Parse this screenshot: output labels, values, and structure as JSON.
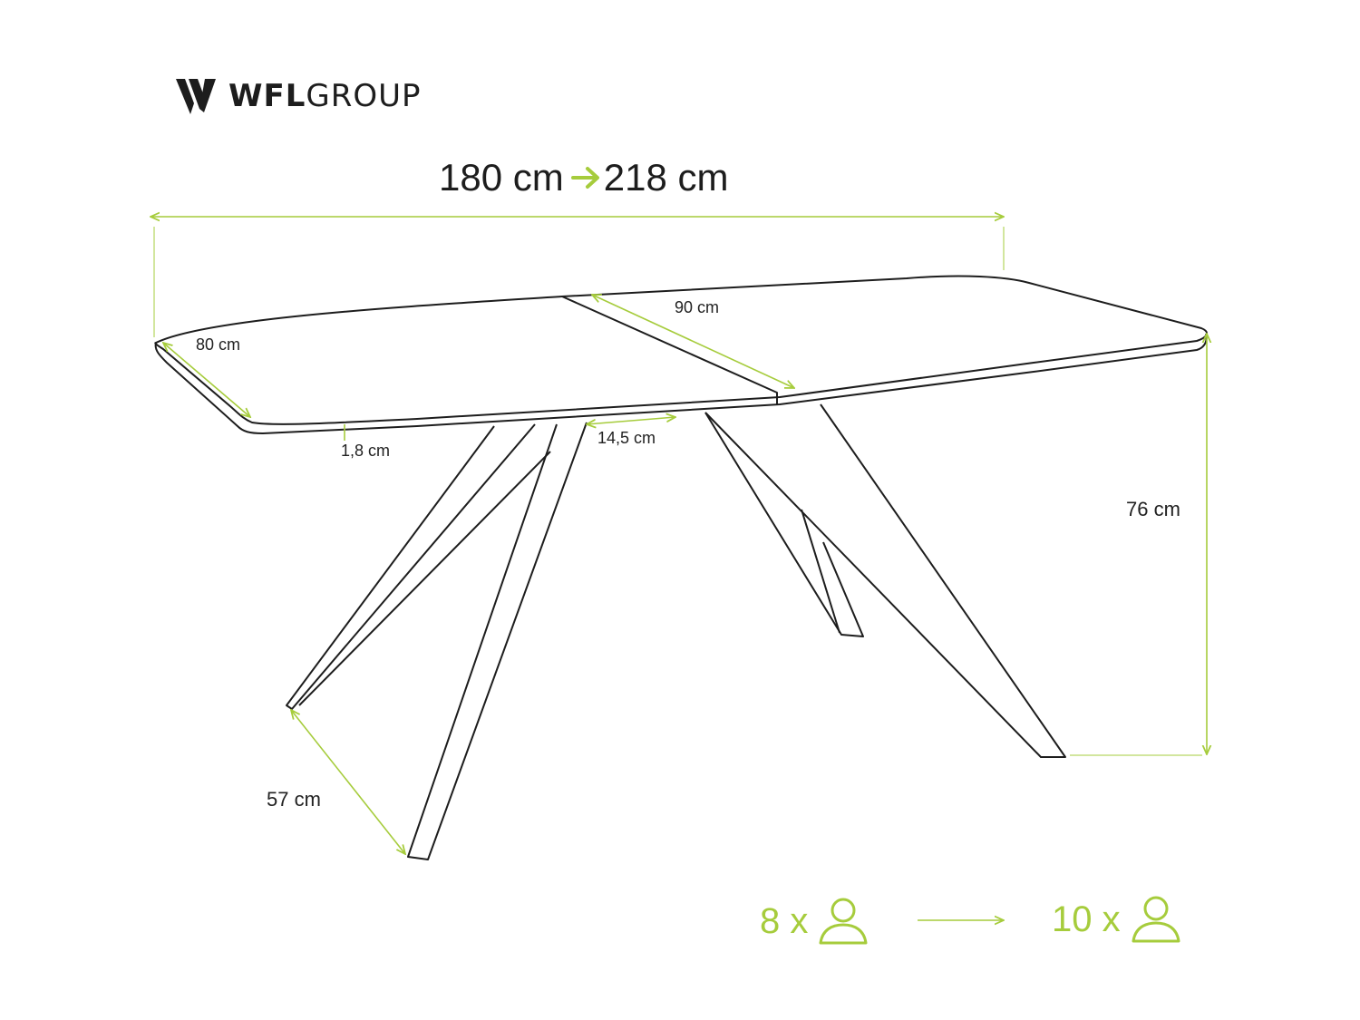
{
  "brand": {
    "bold": "WFL",
    "light": "GROUP",
    "logo_icon": "wfl-logo-icon"
  },
  "dimensions": {
    "length_from": "180 cm",
    "length_to": "218 cm",
    "extension": "90 cm",
    "width": "80 cm",
    "thickness": "1,8 cm",
    "frame": "14,5 cm",
    "height": "76 cm",
    "leg_spread": "57 cm"
  },
  "capacity": {
    "from": "8 x",
    "to": "10 x",
    "icon": "person-icon"
  },
  "colors": {
    "accent": "#a6cc3c",
    "line": "#1d1d1d"
  }
}
